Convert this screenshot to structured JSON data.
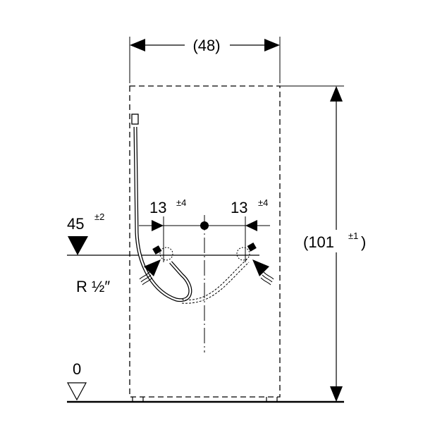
{
  "drawing": {
    "width_label": "(48)",
    "height_label": "(101",
    "height_tolerance": "±1",
    "height_close": ")",
    "left_offset": "13",
    "left_offset_tolerance": "±4",
    "right_offset": "13",
    "right_offset_tolerance": "±4",
    "connection_height": "45",
    "connection_height_tolerance": "±2",
    "floor_level": "0",
    "thread_label": "R ½″"
  }
}
